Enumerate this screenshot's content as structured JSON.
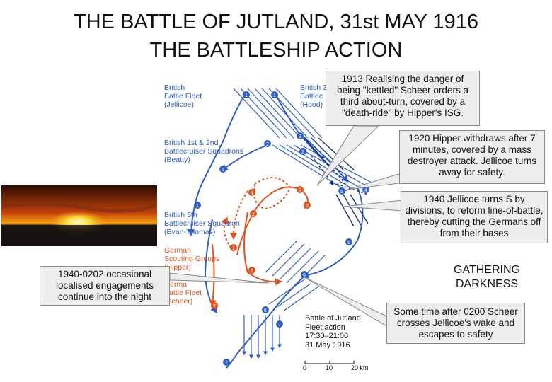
{
  "title_line1": "THE BATTLE OF JUTLAND, 31st MAY 1916",
  "title_line2": "THE BATTLESHIP ACTION",
  "callouts": {
    "c1913": "1913 Realising the danger  of being \"kettled\" Scheer orders a third about-turn, covered by a \"death-ride\" by Hipper's ISG.",
    "c1920": "1920 Hipper withdraws after 7 minutes, covered by a mass destroyer attack. Jellicoe turns away for safety.",
    "c1940": "1940 Jellicoe turns S by divisions, to reform line-of-battle, thereby cutting the Germans off from their bases",
    "c1940_0202": "1940-0202 occasional localised engagements continue into the night",
    "c0200": "Some time after 0200 Scheer crosses Jellicoe's wake and escapes to safety"
  },
  "gathering_darkness": "GATHERING DARKNESS",
  "map_labels": {
    "british_battle_fleet": [
      "British",
      "Battle Fleet",
      "(Jellicoe)"
    ],
    "british_3rd_bc": [
      "British 3",
      "Battlec",
      "(Hood)"
    ],
    "british_1st_2nd_bc": [
      "British 1st & 2nd",
      "Battlecruiser Squadrons",
      "(Beatty)"
    ],
    "british_5th_bs": [
      "British 5th",
      "Battlecruiser Squadron",
      "(Evan-Thomas)"
    ],
    "german_scouting": [
      "German",
      "Scouting Groups",
      "(Hipper)"
    ],
    "german_battle_fleet": [
      "Germa",
      "Battle Fleet",
      "(Scheer)"
    ],
    "legend_title": [
      "Battle of Jutland",
      "Fleet action",
      "17:30–21:00",
      "31 May 1916"
    ],
    "scale": [
      "0",
      "10",
      "20 km"
    ]
  },
  "colors": {
    "british": "#2f5fc6",
    "german": "#e0531c",
    "callout_bg": "#ededed"
  },
  "icons": [
    "sunset-photo"
  ]
}
